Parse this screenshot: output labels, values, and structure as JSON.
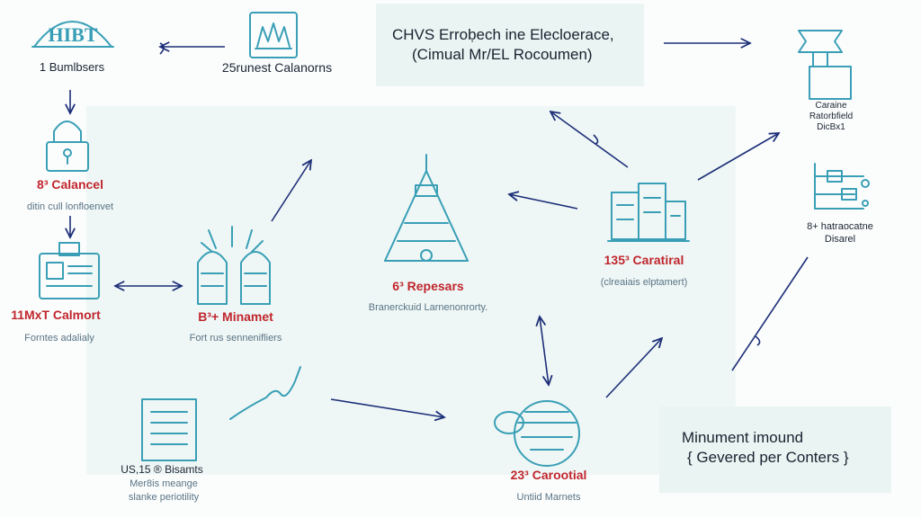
{
  "header_box": {
    "line1": "CHVS Erroḅech ine Elecloerace,",
    "line2": "(Cimual Mr/EL Rocoumen)"
  },
  "footer_box": {
    "line1": "Minument imound",
    "line2": "{ Gevered per Conters }"
  },
  "nodes": {
    "hibt": {
      "logo": "HIBT",
      "label": "1 Bumlbsers"
    },
    "chart": {
      "label": "25runest Calanorns"
    },
    "lock": {
      "title": "8³ Calancel",
      "sub": "ditin cull lonfloenvet"
    },
    "doc": {
      "title": "11MxT Calmort",
      "sub": "Forntes adalialy"
    },
    "servers": {
      "title": "B³+ Minamet",
      "sub": "Fort rus sennenifliers"
    },
    "tower": {
      "title": "6³ Repesars",
      "sub": "Branerckuid Larnenonrorty."
    },
    "building": {
      "title": "135³ Caratiral",
      "sub": "(clreaiais elptamert)"
    },
    "trophy": {
      "label1": "Caraine",
      "label2": "Ratorbfield",
      "label3": "DicBx1"
    },
    "network": {
      "label1": "8+ hatraocatne",
      "label2": "Disarel"
    },
    "list": {
      "title": "US,15 ® Bisamts",
      "sub1": "Mer8is meange",
      "sub2": "slanke periotility"
    },
    "globe": {
      "title": "23³ Carootial",
      "sub": "Untiid Marnets"
    }
  },
  "colors": {
    "icon": "#3a9fb6",
    "arrow": "#1d2f78",
    "accent": "#c0262d",
    "panel": "#eef7f6"
  }
}
